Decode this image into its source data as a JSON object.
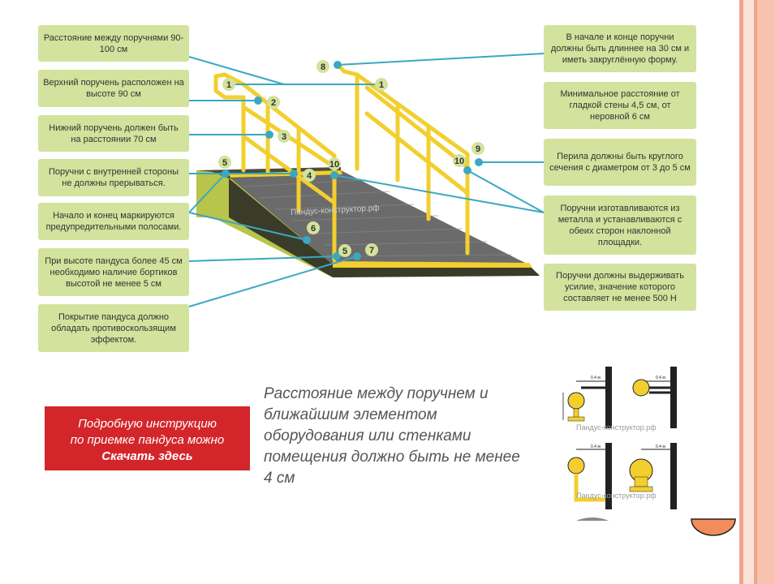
{
  "left_callouts": [
    "Расстояние между поручнями 90-100 см",
    "Верхний поручень расположен на высоте 90 см",
    "Нижний поручень должен быть на расстоянии 70 см",
    "Поручни с внутренней стороны не должны прерываться.",
    "Начало и конец маркируются предупредительными полосами.",
    "При высоте пандуса более 45 см необходимо наличие бортиков высотой не менее 5 см",
    "Покрытие пандуса должно обладать противоскользящим эффектом."
  ],
  "right_callouts": [
    "В начале и конце поручни должны быть длиннее на 30 см и иметь закруглённую форму.",
    "Минимальное расстояние от гладкой стены 4,5 см, от неровной 6 см",
    "Перила должны быть круглого сечения с диаметром от 3 до 5 см",
    "Поручни изготавливаются из металла и устанавливаются с обеих сторон наклонной площадки.",
    "Поручни должны выдерживать усилие, значение которого составляет не менее 500 Н"
  ],
  "markers": [
    "1",
    "1",
    "2",
    "3",
    "4",
    "5",
    "5",
    "6",
    "7",
    "8",
    "9",
    "10",
    "10"
  ],
  "watermark": "Пандус-конструктор.рф",
  "download": {
    "line1": "Подробную инструкцию",
    "line2": "по приемке пандуса можно",
    "link": "Скачать здесь"
  },
  "note": "Расстояние между поручнем и ближайшим элементом оборудования или стенками помещения должно быть не менее 4 см",
  "profiles": {
    "dim_small": "0.4 м",
    "watermark": "Пандус-конструктор.рф"
  },
  "colors": {
    "callout_bg": "#d3e29c",
    "rail": "#f2cf2e",
    "marker": "#3aa8c1",
    "button": "#d3262b",
    "frame": "#f5b6a0"
  }
}
